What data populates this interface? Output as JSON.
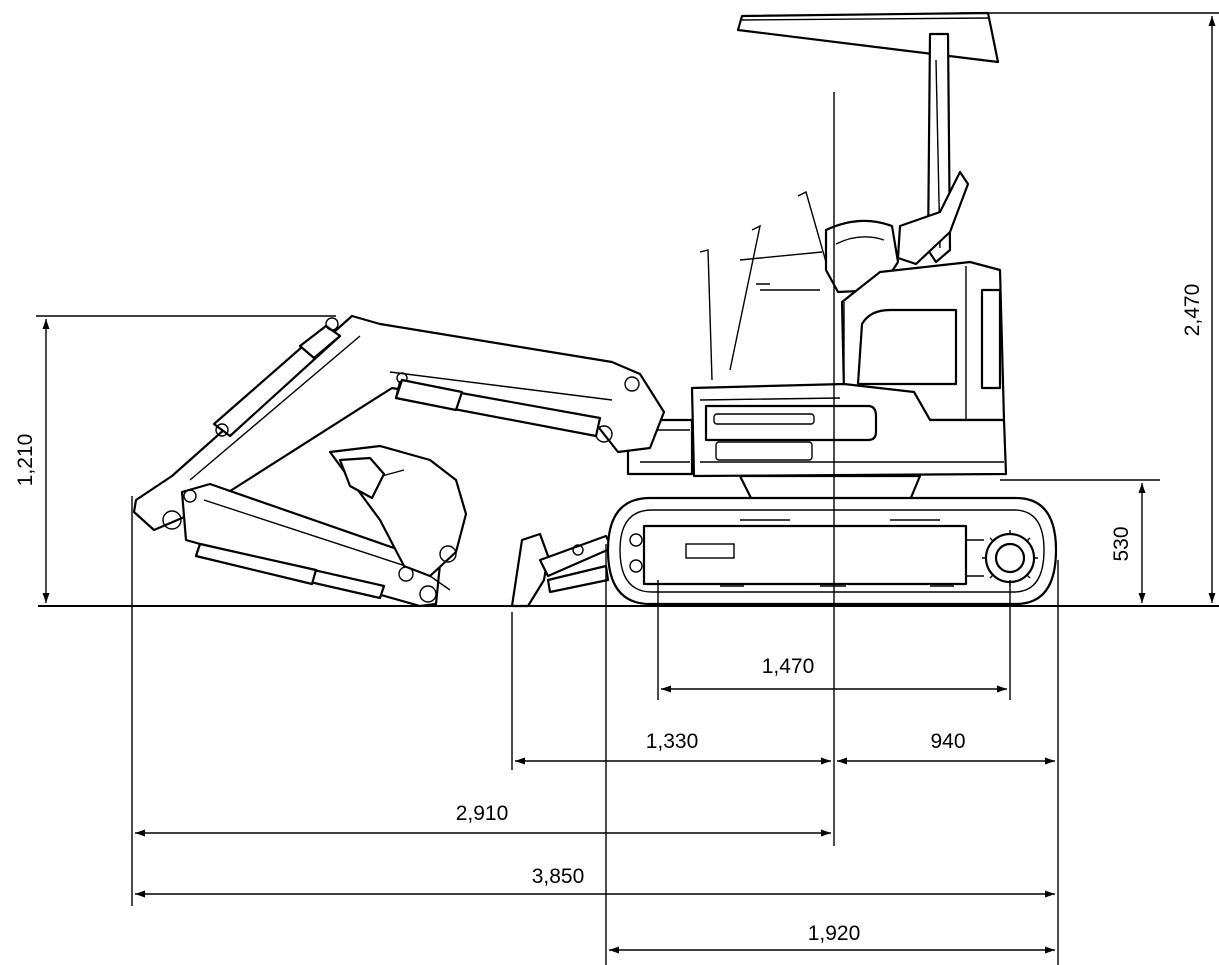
{
  "dimensions": {
    "overall_height": "2,470",
    "boom_height": "1,210",
    "track_height": "530",
    "tumbler_distance": "1,470",
    "center_to_blade": "1,330",
    "rear_radius": "940",
    "center_to_front": "2,910",
    "overall_length": "3,850",
    "track_length": "1,920"
  },
  "colors": {
    "line": "#000000",
    "background": "#ffffff"
  }
}
